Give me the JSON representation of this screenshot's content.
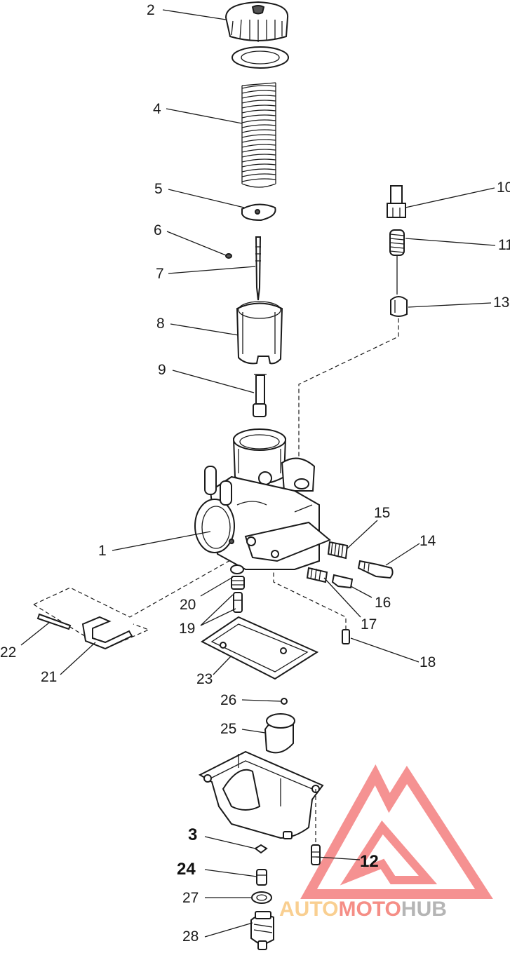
{
  "callouts": [
    {
      "id": "1",
      "text": "1"
    },
    {
      "id": "2",
      "text": "2"
    },
    {
      "id": "3",
      "text": "3"
    },
    {
      "id": "4",
      "text": "4"
    },
    {
      "id": "5",
      "text": "5"
    },
    {
      "id": "6",
      "text": "6"
    },
    {
      "id": "7",
      "text": "7"
    },
    {
      "id": "8",
      "text": "8"
    },
    {
      "id": "9",
      "text": "9"
    },
    {
      "id": "10",
      "text": "10"
    },
    {
      "id": "11",
      "text": "11"
    },
    {
      "id": "12",
      "text": "12"
    },
    {
      "id": "13",
      "text": "13"
    },
    {
      "id": "14",
      "text": "14"
    },
    {
      "id": "15",
      "text": "15"
    },
    {
      "id": "16",
      "text": "16"
    },
    {
      "id": "17",
      "text": "17"
    },
    {
      "id": "18",
      "text": "18"
    },
    {
      "id": "19",
      "text": "19"
    },
    {
      "id": "20",
      "text": "20"
    },
    {
      "id": "21",
      "text": "21"
    },
    {
      "id": "22",
      "text": "22"
    },
    {
      "id": "23",
      "text": "23"
    },
    {
      "id": "24",
      "text": "24"
    },
    {
      "id": "25",
      "text": "25"
    },
    {
      "id": "26",
      "text": "26"
    },
    {
      "id": "27",
      "text": "27"
    },
    {
      "id": "28",
      "text": "28"
    }
  ],
  "watermark": {
    "part1": "AUTO",
    "part2": "MOTO",
    "part3": "HUB",
    "color_auto": "#f9c77e",
    "color_moto": "#f47b72",
    "color_hub": "#a9a9a9",
    "logo_color": "#f26d6d"
  }
}
